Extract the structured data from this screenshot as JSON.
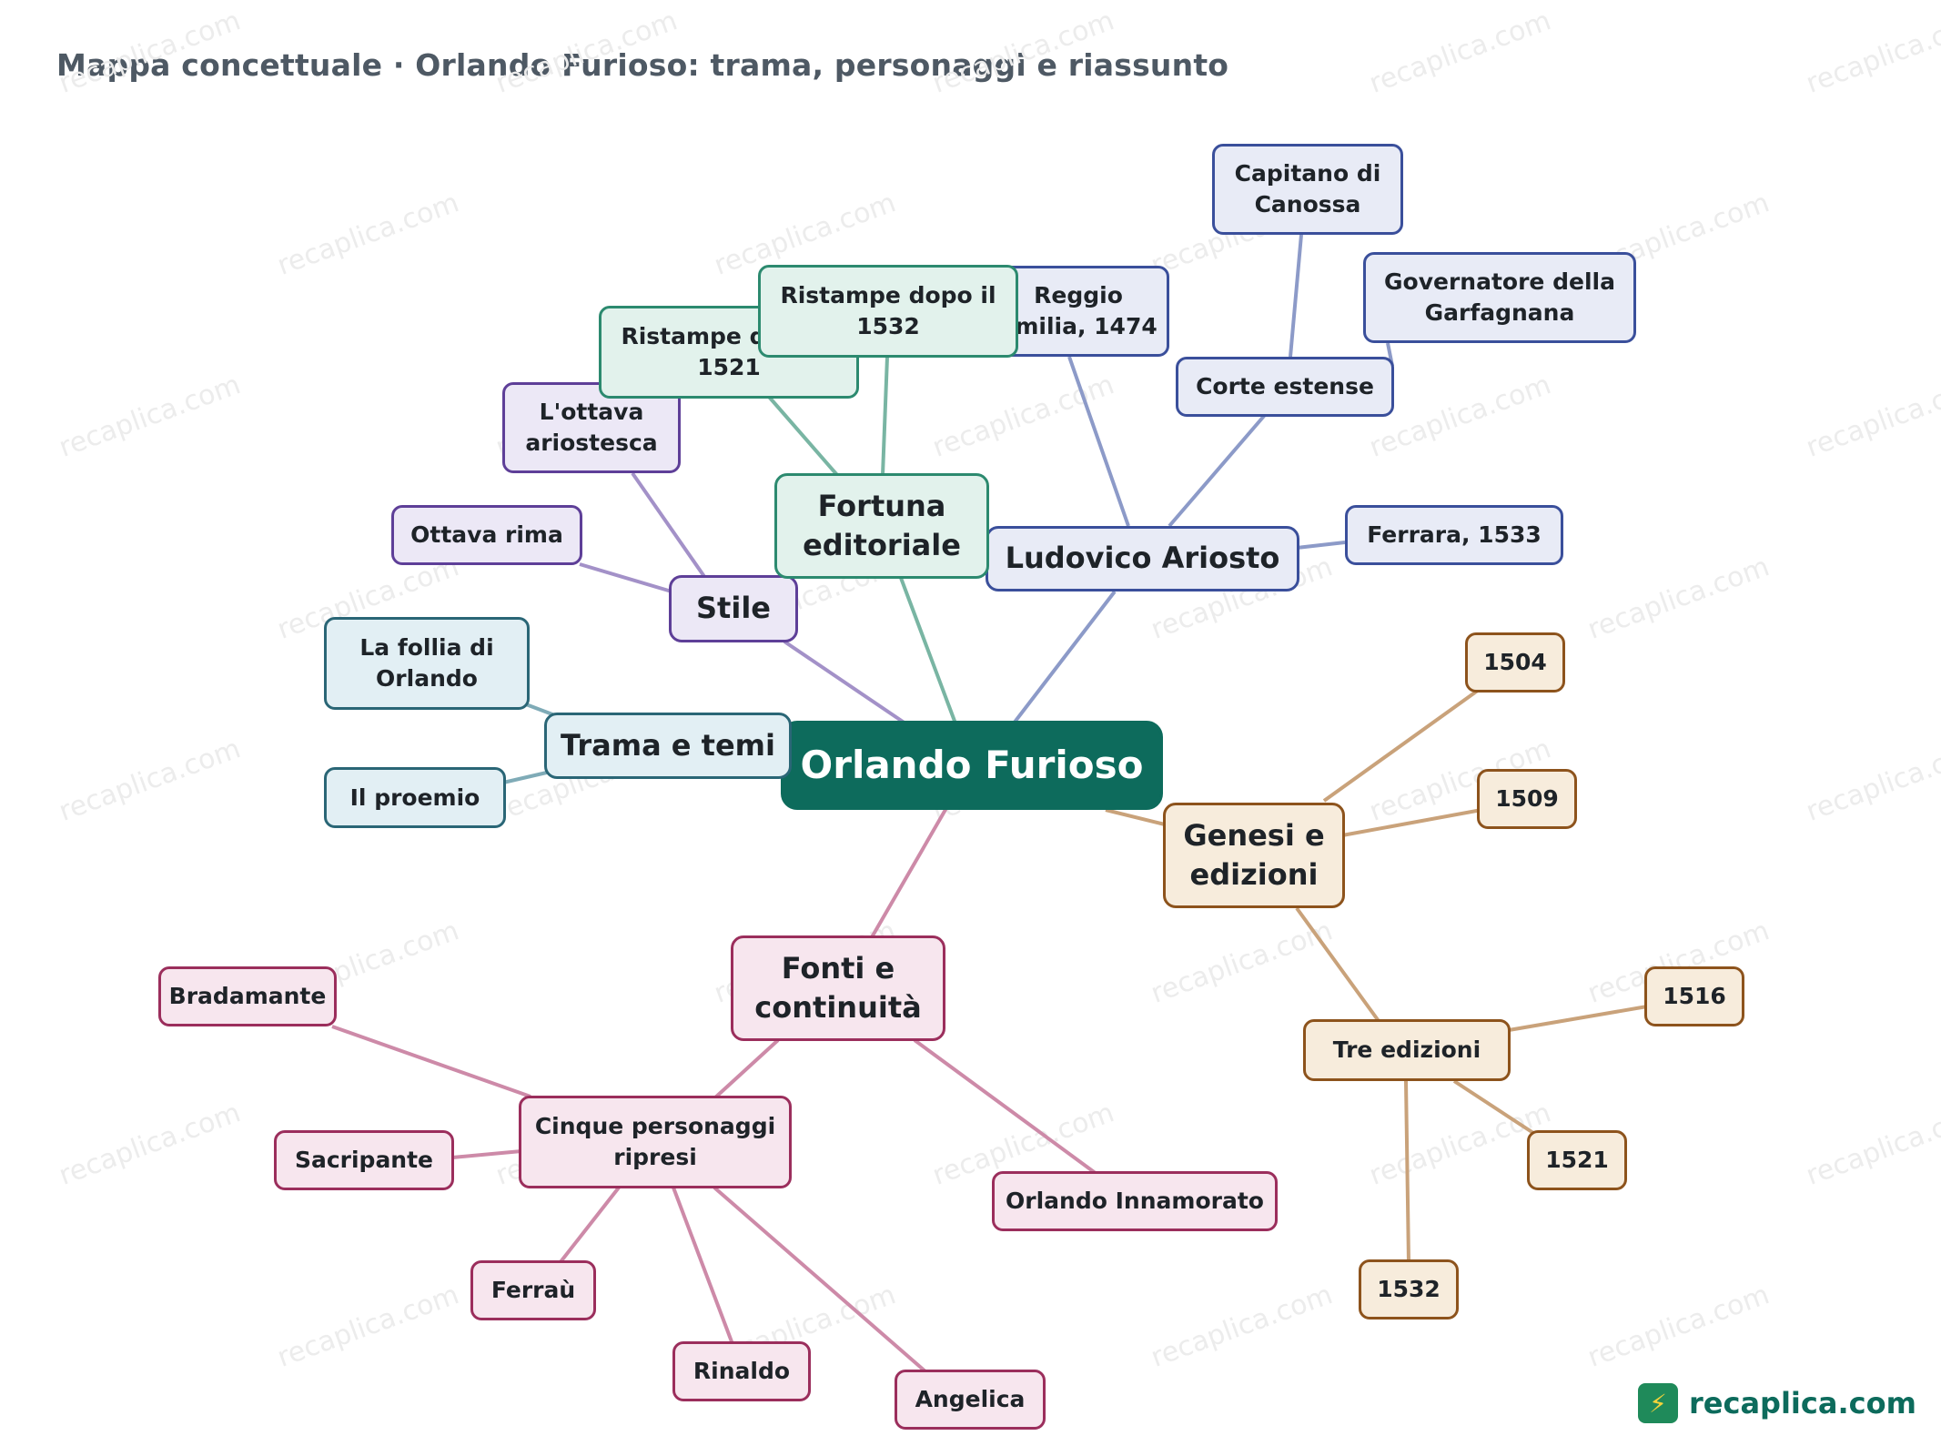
{
  "page": {
    "title": "Mappa concettuale · Orlando Furioso: trama, personaggi e riassunto"
  },
  "watermark_text": "recaplica.com",
  "brand": {
    "name": "recaplica.com",
    "icon": "lightning-icon",
    "color": "#0d6b5c"
  },
  "mindmap": {
    "root": "Orlando Furioso",
    "branches": [
      {
        "label": "Ludovico Ariosto",
        "color": "#3a4f9b",
        "children": [
          "Reggio Emilia, 1474",
          "Corte estense",
          "Ferrara, 1533"
        ],
        "grandchildren": [
          "Capitano di Canossa",
          "Governatore della Garfagnana"
        ]
      },
      {
        "label": "Fortuna editoriale",
        "color": "#2c8a6f",
        "children": [
          "Ristampe dopo il 1521",
          "Ristampe dopo il 1532"
        ]
      },
      {
        "label": "Stile",
        "color": "#5e3f98",
        "children": [
          "L'ottava ariostesca",
          "Ottava rima"
        ]
      },
      {
        "label": "Trama e temi",
        "color": "#2a6676",
        "children": [
          "La follia di Orlando",
          "Il proemio"
        ]
      },
      {
        "label": "Genesi e edizioni",
        "color": "#8d531c",
        "children": [
          "1504",
          "1509",
          "Tre edizioni"
        ],
        "grandchildren": [
          "1516",
          "1521",
          "1532"
        ]
      },
      {
        "label": "Fonti e continuità",
        "color": "#9b2e5c",
        "children": [
          "Cinque personaggi ripresi",
          "Orlando Innamorato"
        ],
        "grandchildren": [
          "Bradamante",
          "Sacripante",
          "Ferraù",
          "Rinaldo",
          "Angelica"
        ]
      }
    ]
  }
}
